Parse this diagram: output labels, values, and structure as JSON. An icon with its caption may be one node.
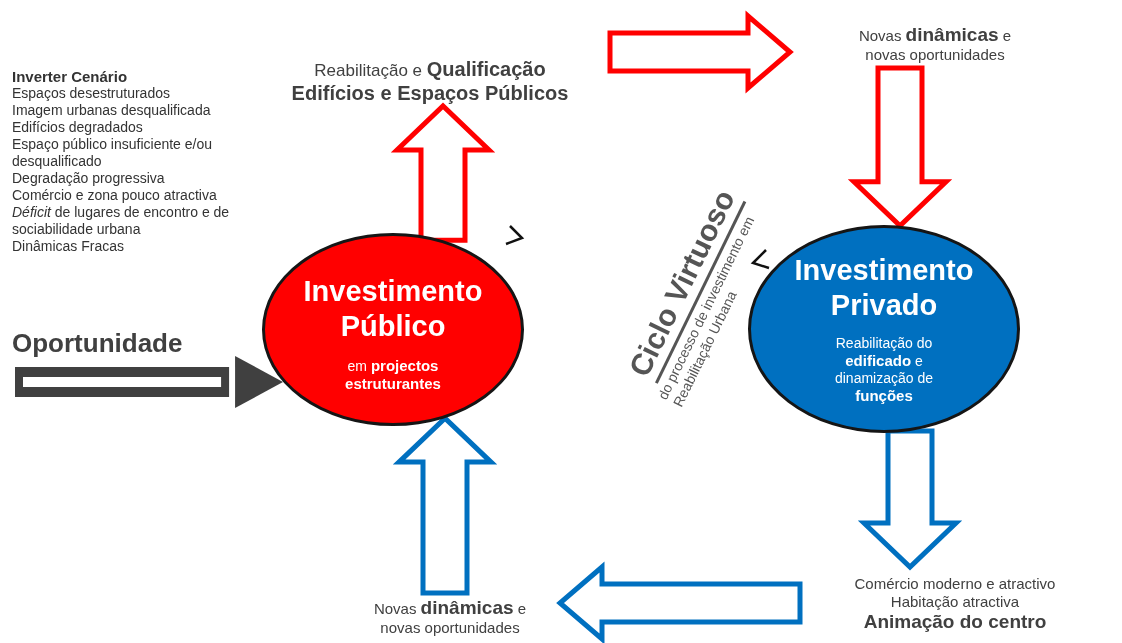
{
  "diagram": {
    "nodes": [
      {
        "text": [
          "Investimento Público",
          "em **projectos estruturantes**"
        ]
      },
      {
        "text": [
          "Investimento Privado",
          "Reabilitação do **edificado** e dinamização de **funções**"
        ]
      },
      {
        "text": [
          "Reabilitação e **Qualificação**",
          "Edifícios e Espaços Públicos"
        ]
      },
      {
        "text": [
          "Novas **dinâmicas** e novas oportunidades"
        ]
      },
      {
        "text": [
          "Comércio moderno e atractivo",
          "Habitação atractiva",
          "Animação do centro"
        ]
      },
      {
        "text": [
          "Novas **dinâmicas** e novas oportunidades"
        ]
      },
      {
        "text": [
          "Ciclo Virtuoso",
          "do processo de investimento em Reabilitação Urbana"
        ]
      }
    ],
    "edges": [
      {
        "from": 0,
        "to": 2,
        "arrow": "to",
        "color": "#ff0000"
      },
      {
        "from": 2,
        "to": 3,
        "arrow": "to",
        "color": "#ff0000"
      },
      {
        "from": 3,
        "to": 1,
        "arrow": "to",
        "color": "#ff0000"
      },
      {
        "from": 1,
        "to": 4,
        "arrow": "to",
        "color": "#0070c0"
      },
      {
        "from": 4,
        "to": 5,
        "arrow": "to",
        "color": "#0070c0"
      },
      {
        "from": 5,
        "to": 0,
        "arrow": "to",
        "color": "#0070c0"
      },
      {
        "from": null,
        "to": 0,
        "arrow": "to",
        "label": "Oportunidade",
        "color": "#404040"
      }
    ],
    "labels": [
      "Inverter Cenário",
      "Espaços desestruturados",
      "Imagem urbanas desqualificada",
      "Edifícios degradados",
      "Espaço público insuficiente e/ou desqualificado",
      "Degradação progressiva",
      "Comércio e zona pouco atractiva",
      "*Déficit* de lugares de encontro e de sociabilidade urbana",
      "Dinâmicas Fracas"
    ]
  }
}
